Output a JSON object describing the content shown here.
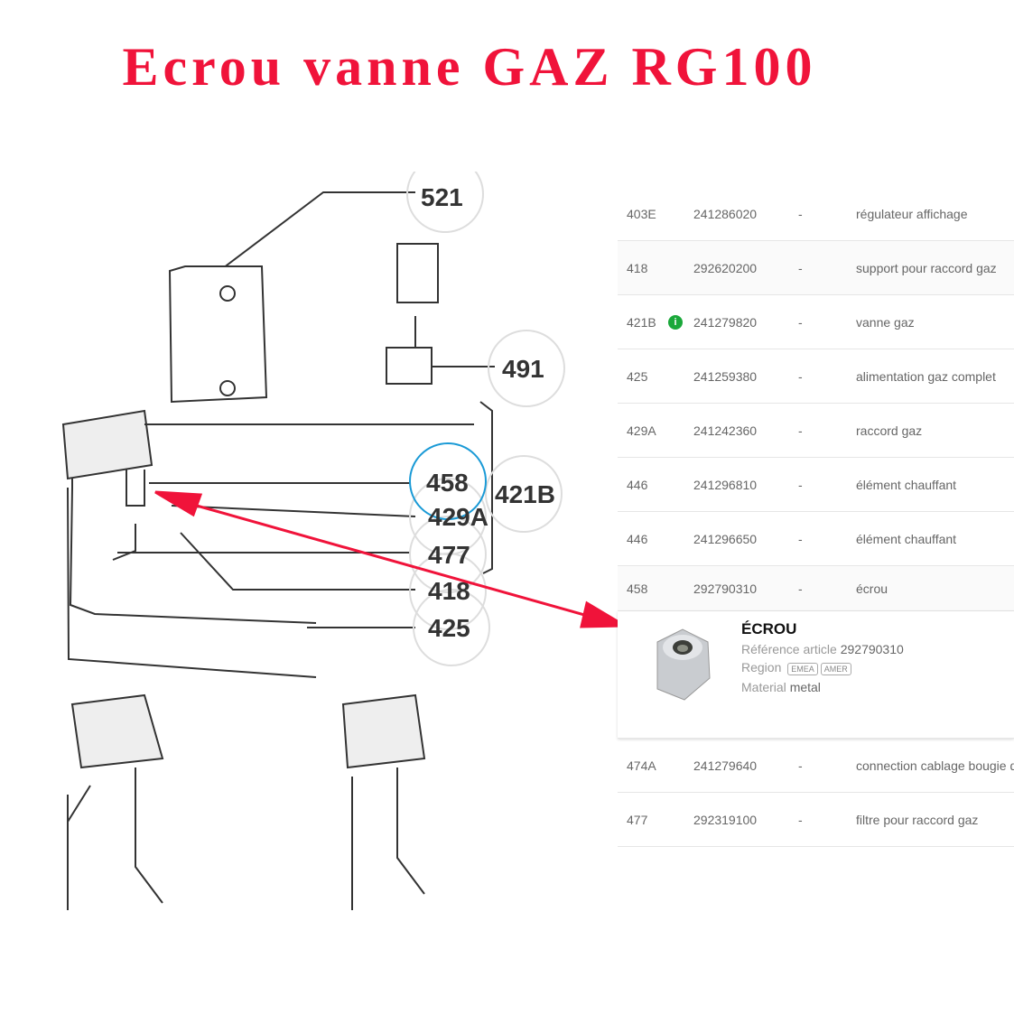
{
  "title": "Ecrou vanne GAZ RG100",
  "diagram": {
    "callouts": [
      "521",
      "491",
      "458",
      "421B",
      "429A",
      "477",
      "418",
      "425"
    ]
  },
  "table": {
    "rows": [
      {
        "pos": "403E",
        "ref": "241286020",
        "qty": "-",
        "desc": "régulateur affichage"
      },
      {
        "pos": "418",
        "ref": "292620200",
        "qty": "-",
        "desc": "support pour raccord gaz"
      },
      {
        "pos": "421B",
        "ref": "241279820",
        "qty": "-",
        "desc": "vanne gaz",
        "info": "i"
      },
      {
        "pos": "425",
        "ref": "241259380",
        "qty": "-",
        "desc": "alimentation gaz complet"
      },
      {
        "pos": "429A",
        "ref": "241242360",
        "qty": "-",
        "desc": "raccord gaz"
      },
      {
        "pos": "446",
        "ref": "241296810",
        "qty": "-",
        "desc": "élément chauffant"
      },
      {
        "pos": "446",
        "ref": "241296650",
        "qty": "-",
        "desc": "élément chauffant"
      },
      {
        "pos": "458",
        "ref": "292790310",
        "qty": "-",
        "desc": "écrou"
      }
    ],
    "rows_after": [
      {
        "pos": "474A",
        "ref": "241279640",
        "qty": "-",
        "desc": "connection cablage bougie d"
      },
      {
        "pos": "477",
        "ref": "292319100",
        "qty": "-",
        "desc": "filtre pour raccord gaz"
      }
    ]
  },
  "popup": {
    "title": "ÉCROU",
    "ref_label": "Référence article",
    "ref_value": "292790310",
    "region_label": "Region",
    "regions": [
      "EMEA",
      "AMER"
    ],
    "material_label": "Material",
    "material_value": "metal"
  },
  "colors": {
    "title": "#f0133a",
    "highlight": "#1a9ad6",
    "info": "#1aa83a"
  }
}
